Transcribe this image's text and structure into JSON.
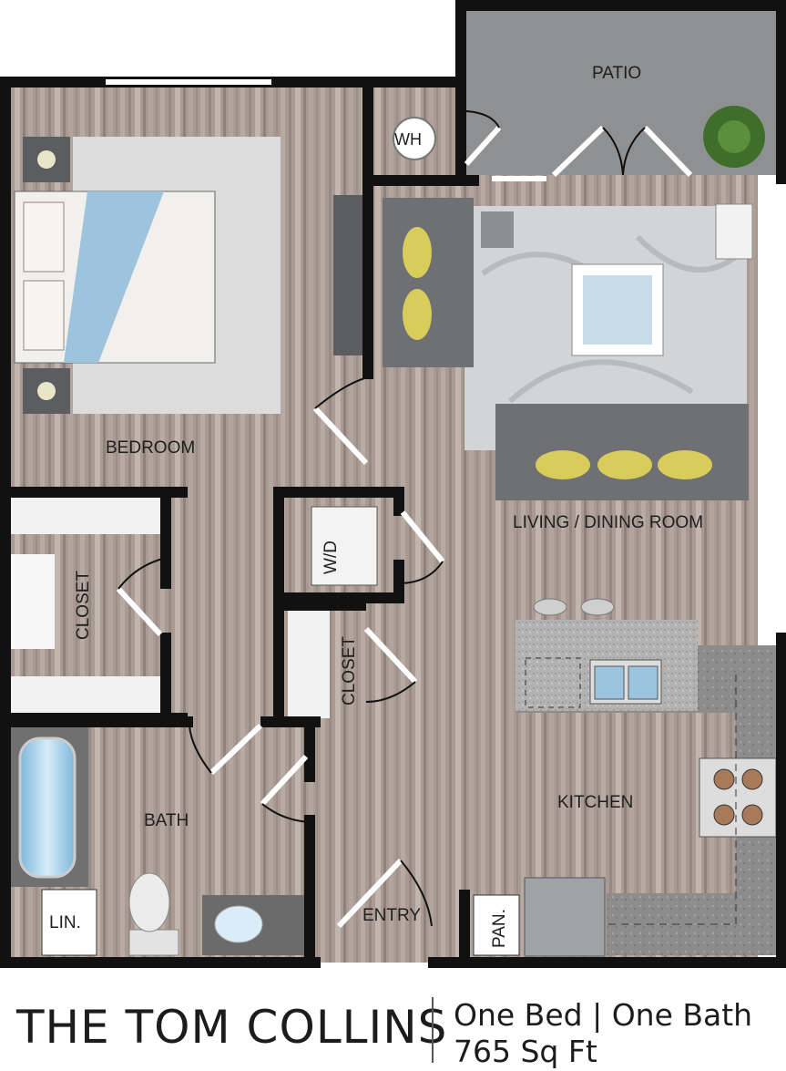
{
  "plan_name": "THE TOM COLLINS",
  "layout_summary": {
    "beds": "One Bed",
    "separator": "|",
    "baths": "One Bath",
    "area": "765 Sq Ft"
  },
  "rooms": {
    "patio": "PATIO",
    "water_heater": "WH",
    "bedroom": "BEDROOM",
    "living_dining": "LIVING / DINING ROOM",
    "washer_dryer": "W/D",
    "bedroom_closet": "CLOSET",
    "hall_closet": "CLOSET",
    "kitchen": "KITCHEN",
    "bath": "BATH",
    "linen": "LIN.",
    "entry": "ENTRY",
    "pantry": "PAN."
  },
  "colors": {
    "wall": "#111111",
    "floor_wood": "#a89a92",
    "patio": "#8f9091",
    "countertop": "#b4b4b4",
    "sofa": "#6f7074",
    "pillow": "#d8cc5a",
    "rug": "#d3d4d6",
    "bathtub_water": "#a9d4ee"
  }
}
